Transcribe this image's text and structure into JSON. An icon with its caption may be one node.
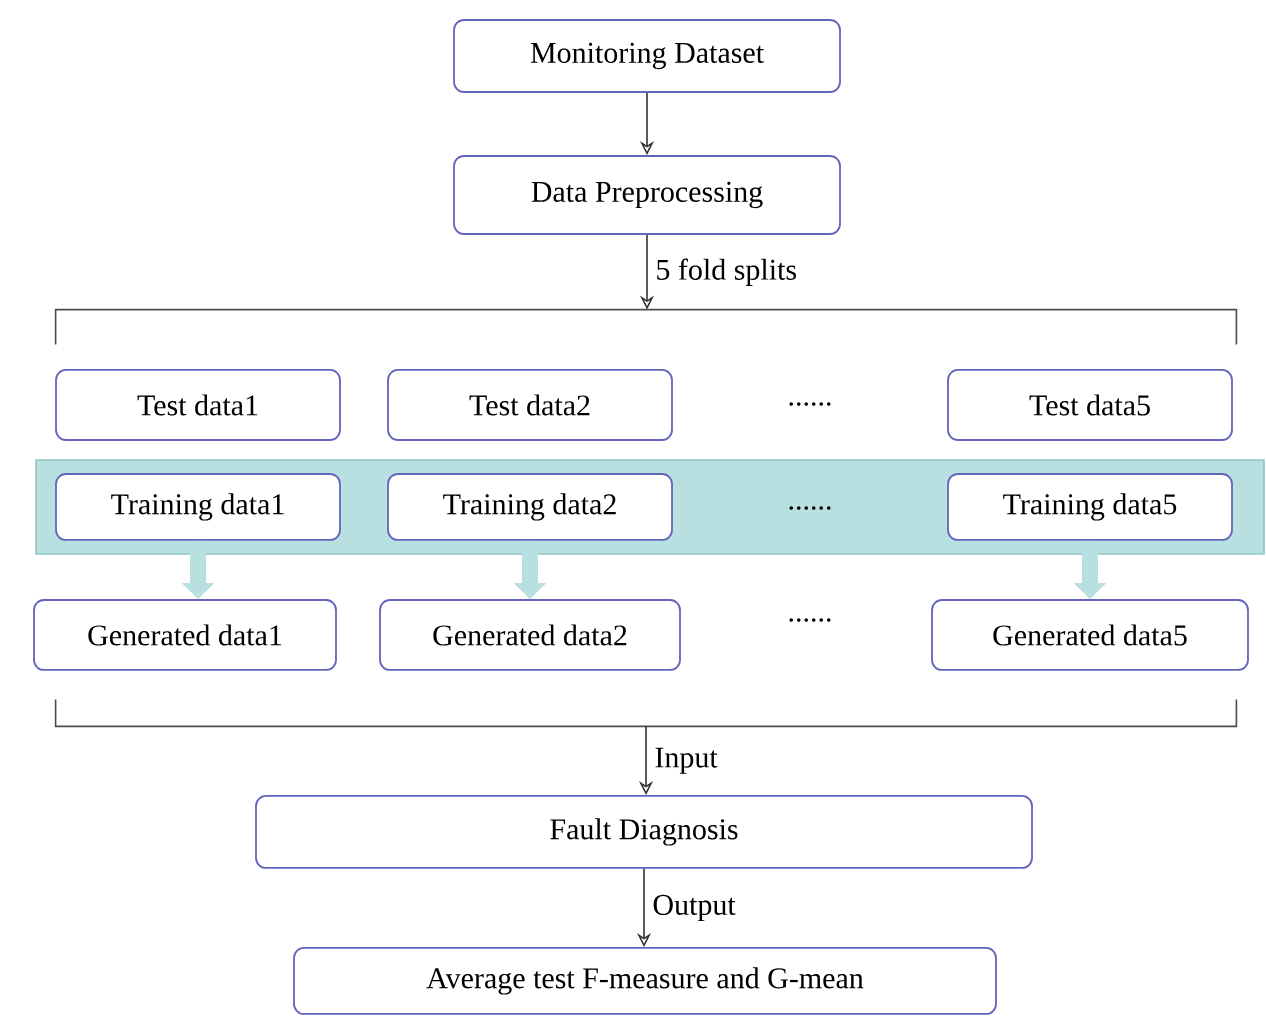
{
  "diagram": {
    "nodes": [
      {
        "text": [
          "Monitoring Dataset"
        ]
      },
      {
        "text": [
          "Data Preprocessing"
        ]
      },
      {
        "text": [],
        "shape": "bracket"
      },
      {
        "text": [
          "Test data1"
        ]
      },
      {
        "text": [
          "Test data2"
        ]
      },
      {
        "text": [
          "Test data5"
        ]
      },
      {
        "text": [],
        "shape": "band"
      },
      {
        "text": [
          "Training data1"
        ],
        "in": 6
      },
      {
        "text": [
          "Training data2"
        ],
        "in": 6
      },
      {
        "text": [
          "Training data5"
        ],
        "in": 6
      },
      {
        "text": [
          "Generated data1"
        ]
      },
      {
        "text": [
          "Generated data2"
        ]
      },
      {
        "text": [
          "Generated data5"
        ]
      },
      {
        "text": [],
        "shape": "bracket"
      },
      {
        "text": [
          "Fault Diagnosis"
        ]
      },
      {
        "text": [
          "Average test F-measure and G-mean"
        ]
      }
    ],
    "edges": [
      {
        "from": 0,
        "to": 1,
        "arrow": "to"
      },
      {
        "from": 1,
        "to": 2,
        "arrow": "to",
        "label": "5 fold splits"
      },
      {
        "from": 7,
        "to": 10,
        "arrow": "to",
        "style": "thick",
        "color": "#b9e0e0"
      },
      {
        "from": 8,
        "to": 11,
        "arrow": "to",
        "style": "thick",
        "color": "#b9e0e0"
      },
      {
        "from": 9,
        "to": 12,
        "arrow": "to",
        "style": "thick",
        "color": "#b9e0e0"
      },
      {
        "from": 13,
        "to": 14,
        "arrow": "to",
        "label": "Input"
      },
      {
        "from": 14,
        "to": 15,
        "arrow": "to",
        "label": "Output"
      }
    ],
    "labels": [
      "......",
      "......",
      "......"
    ]
  }
}
